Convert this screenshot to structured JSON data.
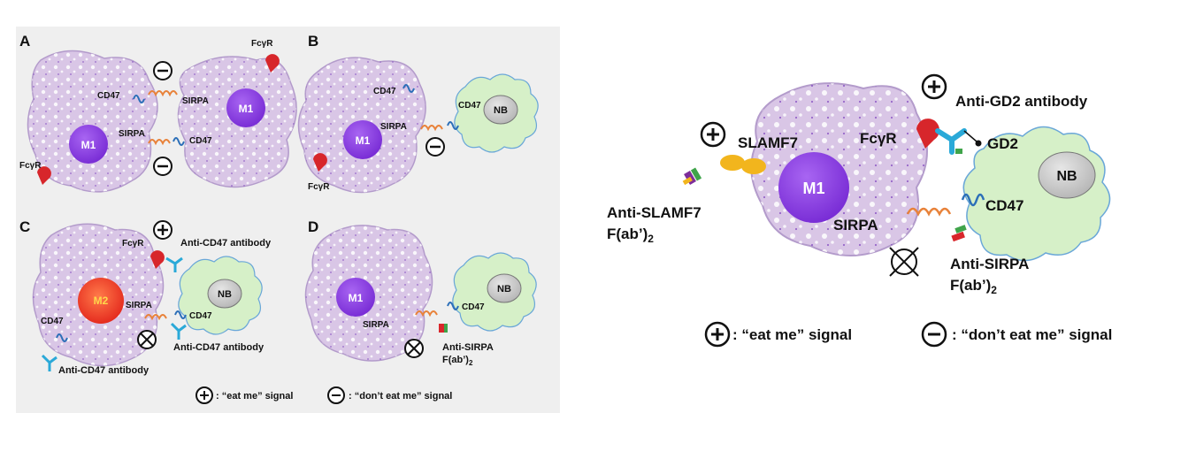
{
  "left": {
    "panel_a": {
      "letter": "A",
      "cell1": {
        "nucleus": "M1",
        "cd47": "CD47",
        "sirpa": "SIRPA",
        "fcgr": "FcγR"
      },
      "cell2": {
        "nucleus": "M1",
        "sirpa": "SIRPA",
        "cd47": "CD47",
        "fcgr": "FcγR"
      }
    },
    "panel_b": {
      "letter": "B",
      "cell": {
        "nucleus": "M1",
        "cd47": "CD47",
        "sirpa": "SIRPA",
        "fcgr": "FcγR"
      },
      "tumor": {
        "nucleus": "NB",
        "cd47": "CD47"
      }
    },
    "panel_c": {
      "letter": "C",
      "cell": {
        "nucleus": "M2",
        "fcgr": "FcγR",
        "sirpa": "SIRPA",
        "cd47": "CD47"
      },
      "tumor": {
        "nucleus": "NB",
        "cd47": "CD47"
      },
      "antibody_top": "Anti-CD47 antibody",
      "antibody_mid": "Anti-CD47 antibody",
      "antibody_bottom": "Anti-CD47 antibody"
    },
    "panel_d": {
      "letter": "D",
      "cell": {
        "nucleus": "M1",
        "sirpa": "SIRPA"
      },
      "tumor": {
        "nucleus": "NB",
        "cd47": "CD47"
      },
      "fab_line1": "Anti-SIRPA",
      "fab_line2": "F(ab’)",
      "fab_sub": "2"
    },
    "legend": {
      "plus": "+",
      "plus_text": ": “eat me” signal",
      "minus": "−",
      "minus_text": ": “don’t eat me” signal"
    }
  },
  "right": {
    "macrophage": {
      "nucleus": "M1",
      "slamf7": "SLAMF7",
      "fcgr": "FcγR",
      "sirpa": "SIRPA"
    },
    "tumor": {
      "nucleus": "NB",
      "gd2": "GD2",
      "cd47": "CD47"
    },
    "anti_gd2": "Anti-GD2 antibody",
    "anti_slamf7_line1": "Anti-SLAMF7",
    "anti_slamf7_line2": "F(ab’)",
    "anti_slamf7_sub": "2",
    "anti_sirpa_line1": "Anti-SIRPA",
    "anti_sirpa_line2": "F(ab’)",
    "anti_sirpa_sub": "2",
    "legend": {
      "plus": "+",
      "plus_text": ": “eat me” signal",
      "minus": "−",
      "minus_text": ": “don’t eat me” signal"
    }
  },
  "colors": {
    "macrophage": "#d9c6e6",
    "macrophage_edge": "#b39bcb",
    "nucleus_m1": "#8a3ae0",
    "nucleus_m2": "#ef3b2a",
    "tumor": "#d6f0c8",
    "tumor_nucleus": "#cfcfcf",
    "cd47": "#2c6fb8",
    "sirpa": "#e8823a",
    "fcgr": "#d7262b",
    "antibody": "#2aa9d8",
    "slamf7": "#f2b51d",
    "fab_red": "#d9262b",
    "fab_green": "#3fa44a",
    "fab_purple": "#7d2d9a"
  },
  "icons": [
    "plus-circle-icon",
    "minus-circle-icon",
    "crossed-circle-icon",
    "fab-fragment-icon",
    "antibody-icon",
    "fcgr-receptor-icon",
    "coil-icon"
  ]
}
